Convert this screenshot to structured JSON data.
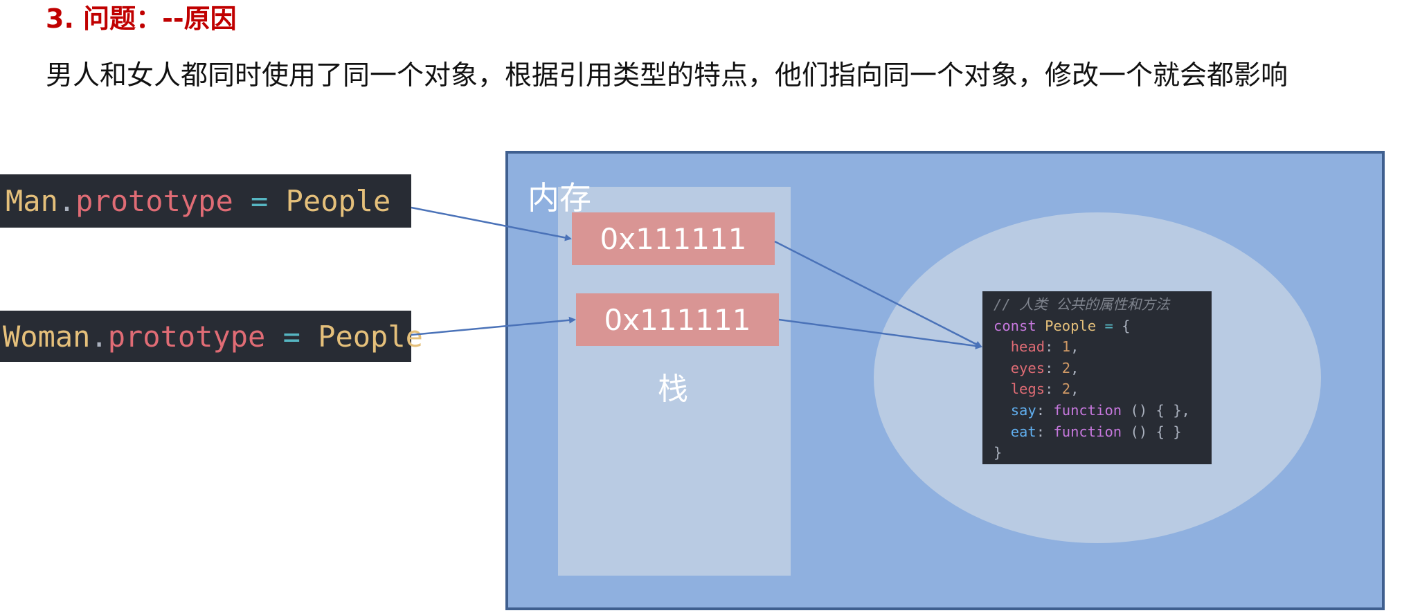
{
  "title": "3. 问题：--原因",
  "description": "男人和女人都同时使用了同一个对象，根据引用类型的特点，他们指向同一个对象，修改一个就会都影响",
  "snippets": {
    "man": {
      "obj": "Man",
      "dot": ".",
      "prop": "prototype",
      "eq": "=",
      "value": "People"
    },
    "woman": {
      "obj": "Woman",
      "dot": ".",
      "prop": "prototype",
      "eq": "=",
      "value": "People"
    }
  },
  "memory_label": "内存",
  "stack": {
    "label": "栈",
    "addresses": [
      "0x111111",
      "0x111111"
    ]
  },
  "heap_code": {
    "comment": "// 人类 公共的属性和方法",
    "decl_kw": "const",
    "decl_name": "People",
    "decl_eq": "=",
    "open": "{",
    "props": [
      {
        "name": "head",
        "value": "1"
      },
      {
        "name": "eyes",
        "value": "2"
      },
      {
        "name": "legs",
        "value": "2"
      }
    ],
    "methods": [
      {
        "name": "say",
        "kw": "function",
        "body": "() { },"
      },
      {
        "name": "eat",
        "kw": "function",
        "body": "() { }"
      }
    ],
    "close": "}"
  },
  "colors": {
    "title": "#c00000",
    "memory_bg": "#8fb0df",
    "memory_border": "#3f5f8f",
    "stack_bg": "#b9cbe3",
    "address_bg": "#d99594",
    "arrow": "#4a72b8",
    "code_bg": "#282c34"
  }
}
